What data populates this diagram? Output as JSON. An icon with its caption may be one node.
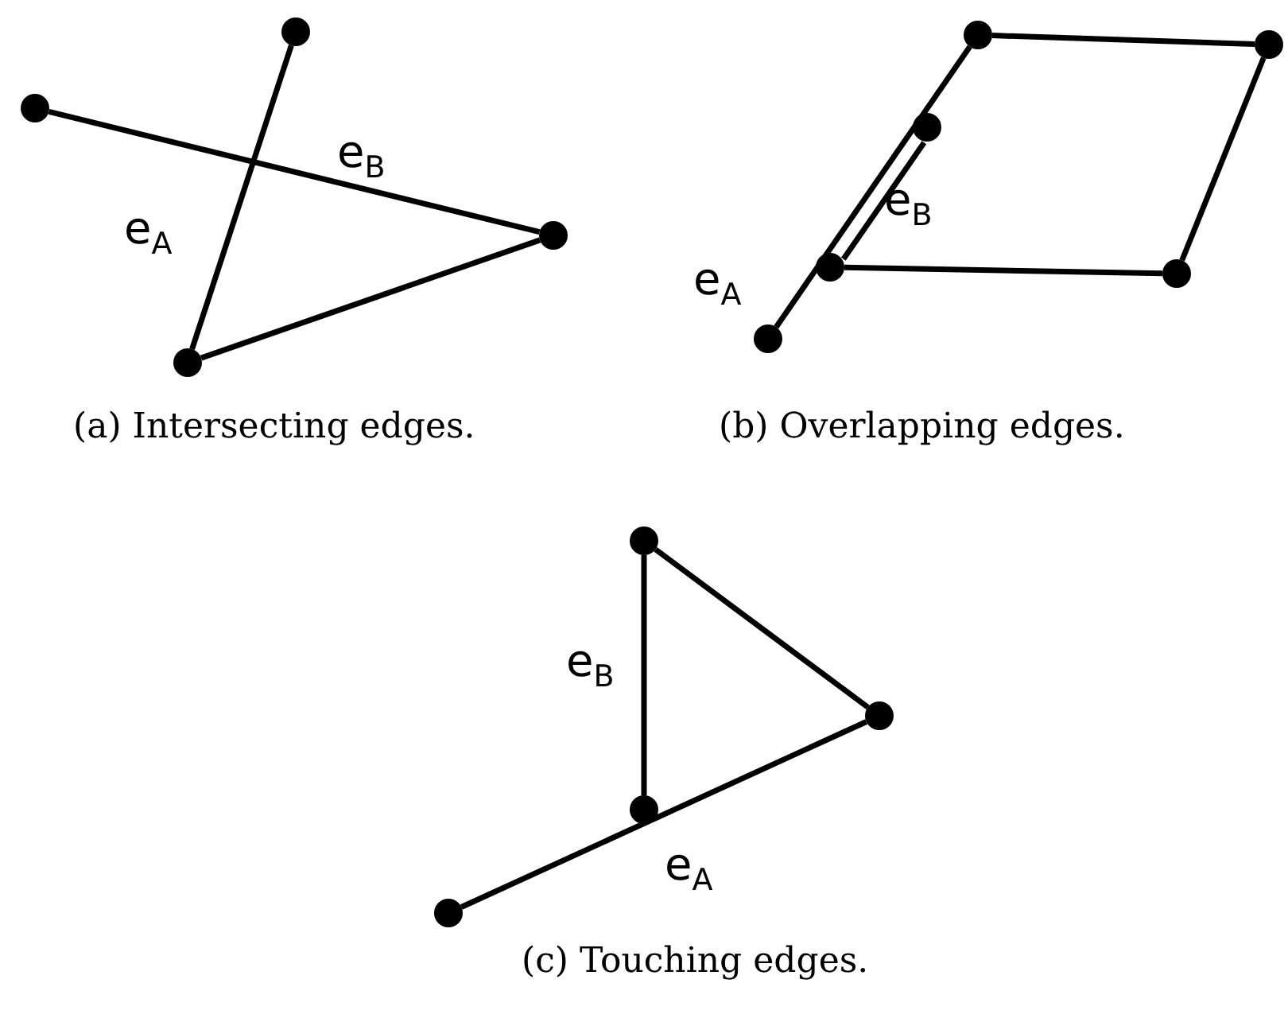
{
  "diagram": {
    "nodes": [
      {
        "text": [],
        "shape": "circle"
      },
      {
        "text": [],
        "shape": "circle"
      },
      {
        "text": [],
        "shape": "circle"
      },
      {
        "text": [],
        "shape": "circle"
      },
      {
        "text": [],
        "shape": "circle"
      },
      {
        "text": [],
        "shape": "circle"
      },
      {
        "text": [],
        "shape": "circle"
      },
      {
        "text": [],
        "shape": "circle"
      },
      {
        "text": [],
        "shape": "circle"
      },
      {
        "text": [],
        "shape": "circle"
      },
      {
        "text": [],
        "shape": "circle"
      },
      {
        "text": [],
        "shape": "circle"
      },
      {
        "text": [],
        "shape": "circle"
      },
      {
        "text": [],
        "shape": "circle"
      }
    ],
    "edges": [
      {
        "from": 1,
        "to": 3,
        "arrow": "none",
        "label": "e$_{A}$"
      },
      {
        "from": 0,
        "to": 2,
        "arrow": "none",
        "label": "e$_{B}$"
      },
      {
        "from": 3,
        "to": 2,
        "arrow": "none"
      },
      {
        "from": 9,
        "to": 4,
        "arrow": "none",
        "label": "e$_{A}$"
      },
      {
        "from": 7,
        "to": 6,
        "arrow": "none",
        "label": "e$_{B}$"
      },
      {
        "from": 4,
        "to": 5,
        "arrow": "none"
      },
      {
        "from": 5,
        "to": 8,
        "arrow": "none"
      },
      {
        "from": 8,
        "to": 7,
        "arrow": "none"
      },
      {
        "from": 13,
        "to": 11,
        "arrow": "none",
        "label": "e$_{A}$"
      },
      {
        "from": 10,
        "to": 12,
        "arrow": "none",
        "label": "e$_{B}$"
      },
      {
        "from": 10,
        "to": 11,
        "arrow": "none"
      }
    ],
    "labels": [
      "(a) Intersecting edges.",
      "(b) Overlapping edges.",
      "(c) Touching edges."
    ]
  }
}
